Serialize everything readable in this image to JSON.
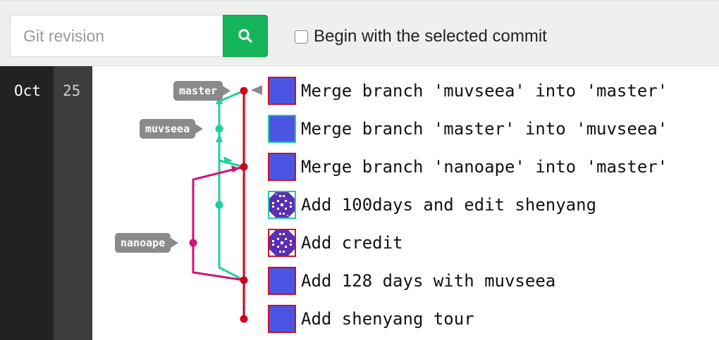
{
  "toolbar": {
    "revision_placeholder": "Git revision",
    "search_icon": "search-icon",
    "begin_label": "Begin with the selected commit",
    "begin_checked": false,
    "accent_color": "#16b55a"
  },
  "dates": {
    "month": "Oct",
    "day": "25"
  },
  "branches": {
    "master": "master",
    "muvseea": "muvseea",
    "nanoape": "nanoape"
  },
  "commits": [
    {
      "message": "Merge branch 'muvseea' into 'master'",
      "avatar": "blue-square"
    },
    {
      "message": "Merge branch 'master' into 'muvseea'",
      "avatar": "blue-square"
    },
    {
      "message": "Merge branch 'nanoape' into 'master'",
      "avatar": "blue-square"
    },
    {
      "message": "Add 100days and edit shenyang",
      "avatar": "purple-pattern"
    },
    {
      "message": "Add credit",
      "avatar": "purple-pattern"
    },
    {
      "message": "Add 128 days with muvseea",
      "avatar": "blue-square"
    },
    {
      "message": "Add shenyang tour",
      "avatar": "blue-square"
    }
  ],
  "graph_colors": {
    "master": "#d0021b",
    "muvseea": "#1fd1a0",
    "nanoape": "#d4107a"
  }
}
